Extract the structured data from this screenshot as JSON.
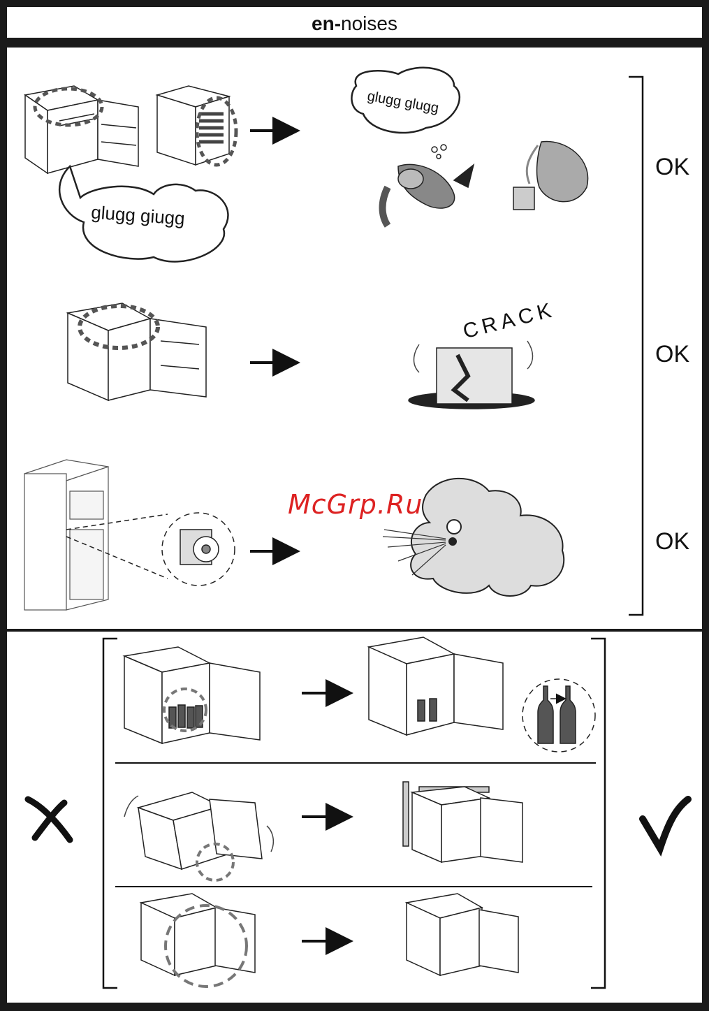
{
  "title": {
    "bold": "en-",
    "rest": "noises"
  },
  "upper": {
    "row1": {
      "bubble_left": "glugg giugg",
      "bubble_right": "glugg glugg",
      "status": "OK"
    },
    "row2": {
      "sound": "CRACK",
      "status": "OK"
    },
    "row3": {
      "status": "OK"
    }
  },
  "watermark": "McGrp.Ru",
  "lower": {
    "wrong_symbol": "cross-mark",
    "right_symbol": "check-mark"
  }
}
